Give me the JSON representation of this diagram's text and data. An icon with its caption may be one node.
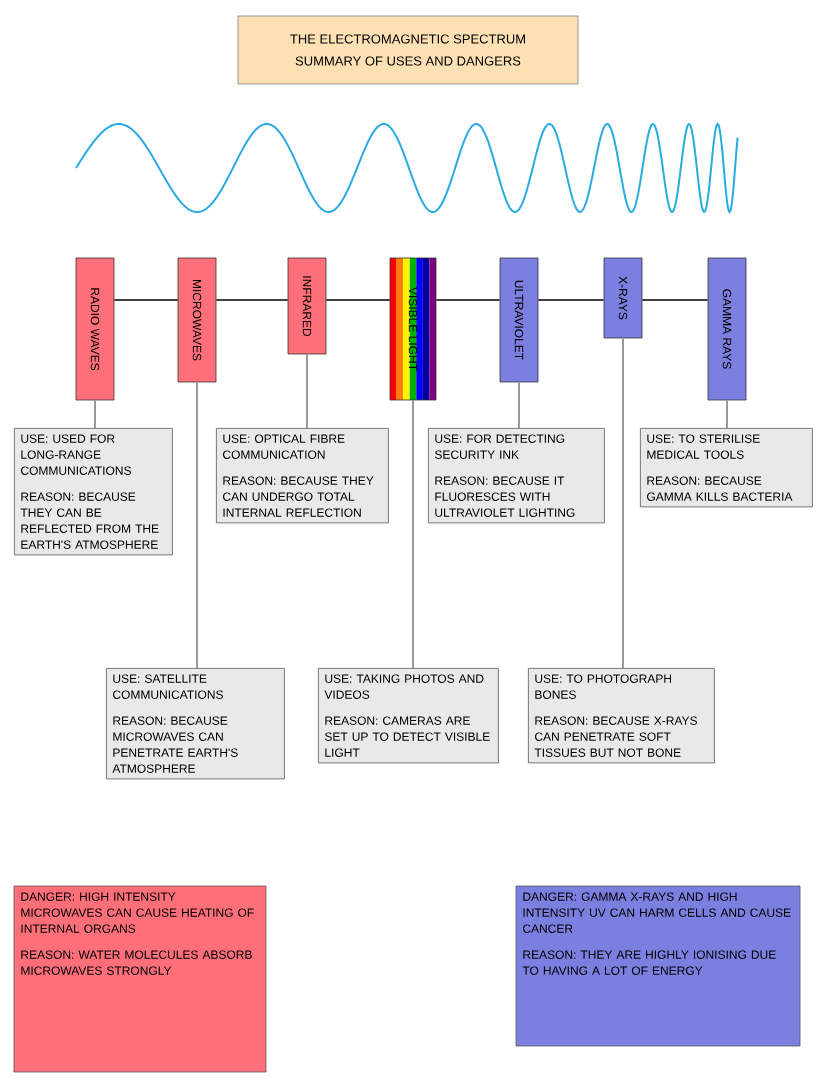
{
  "diagram": {
    "nodes": [
      {
        "text": [
          "THE ELECTROMAGNETIC SPECTRUM",
          "SUMMARY OF USES AND DANGERS"
        ]
      },
      {
        "text": [
          "RADIO WAVES"
        ]
      },
      {
        "text": [
          "MICROWAVES"
        ]
      },
      {
        "text": [
          "INFRARED"
        ]
      },
      {
        "text": [
          "VISIBLE LIGHT"
        ]
      },
      {
        "text": [
          "ULTRAVIOLET"
        ]
      },
      {
        "text": [
          "X-RAYS"
        ]
      },
      {
        "text": [
          "GAMMA RAYS"
        ]
      },
      {
        "text": [
          "USE: USED FOR LONG-RANGE COMMUNICATIONS",
          "REASON: BECAUSE THEY CAN BE REFLECTED FROM THE EARTH'S ATMOSPHERE"
        ]
      },
      {
        "text": [
          "USE: SATELLITE COMMUNICATIONS",
          "REASON: BECAUSE MICROWAVES CAN PENETRATE EARTH'S ATMOSPHERE"
        ]
      },
      {
        "text": [
          "USE: OPTICAL FIBRE COMMUNICATION",
          "REASON: BECAUSE THEY CAN UNDERGO TOTAL INTERNAL REFLECTION"
        ]
      },
      {
        "text": [
          "USE: TAKING PHOTOS AND VIDEOS",
          "REASON: CAMERAS ARE SET UP TO DETECT VISIBLE LIGHT"
        ]
      },
      {
        "text": [
          "USE: FOR DETECTING SECURITY INK",
          "REASON: BECAUSE IT FLUORESCES WITH ULTRAVIOLET LIGHTING"
        ]
      },
      {
        "text": [
          "USE: TO PHOTOGRAPH BONES",
          "REASON: BECAUSE X-RAYS CAN PENETRATE SOFT TISSUES BUT NOT BONE"
        ]
      },
      {
        "text": [
          "USE: TO STERILISE MEDICAL TOOLS",
          "REASON: BECAUSE GAMMA KILLS BACTERIA"
        ]
      },
      {
        "text": [
          "DANGER: HIGH INTENSITY MICROWAVES CAN CAUSE HEATING OF INTERNAL ORGANS",
          "REASON: WATER MOLECULES ABSORB MICROWAVES STRONGLY"
        ]
      },
      {
        "text": [
          "DANGER: GAMMA X-RAYS AND HIGH INTENSITY UV CAN HARM CELLS AND CAUSE CANCER",
          "REASON: THEY ARE HIGHLY IONISING DUE TO HAVING A LOT OF ENERGY"
        ]
      }
    ],
    "edges": [
      {
        "from": 1,
        "to": 2,
        "arrow": "none",
        "color": "#000000"
      },
      {
        "from": 2,
        "to": 3,
        "arrow": "none",
        "color": "#000000"
      },
      {
        "from": 3,
        "to": 4,
        "arrow": "none",
        "color": "#000000"
      },
      {
        "from": 4,
        "to": 5,
        "arrow": "none",
        "color": "#000000"
      },
      {
        "from": 5,
        "to": 6,
        "arrow": "none",
        "color": "#000000"
      },
      {
        "from": 6,
        "to": 7,
        "arrow": "none",
        "color": "#000000"
      },
      {
        "from": 1,
        "to": 8,
        "arrow": "none"
      },
      {
        "from": 2,
        "to": 9,
        "arrow": "none"
      },
      {
        "from": 3,
        "to": 10,
        "arrow": "none"
      },
      {
        "from": 4,
        "to": 11,
        "arrow": "none"
      },
      {
        "from": 5,
        "to": 12,
        "arrow": "none"
      },
      {
        "from": 6,
        "to": 13,
        "arrow": "none"
      },
      {
        "from": 7,
        "to": 14,
        "arrow": "none"
      }
    ]
  }
}
